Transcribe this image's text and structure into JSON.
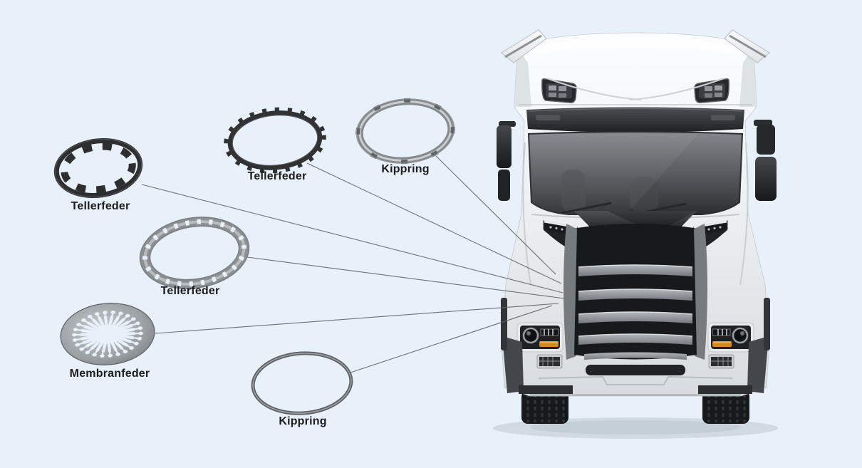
{
  "diagram": {
    "description_hidden": "",
    "truck": {
      "name": "truck-front-view"
    }
  },
  "colors": {
    "background": "#e8f1f9",
    "leader_line": "#5f6468",
    "label_text": "#1b1c1e",
    "part_dark": "#2c2e30",
    "part_silver": "#8b9094",
    "amber_indicator": "#d8891c"
  },
  "parts": [
    {
      "id": "tellerfeder-top-left",
      "label": "Tellerfeder"
    },
    {
      "id": "tellerfeder-top-middle",
      "label": "Tellerfeder"
    },
    {
      "id": "kippring-top",
      "label": "Kippring"
    },
    {
      "id": "tellerfeder-middle",
      "label": "Tellerfeder"
    },
    {
      "id": "membranfeder",
      "label": "Membranfeder"
    },
    {
      "id": "kippring-bottom",
      "label": "Kippring"
    }
  ]
}
